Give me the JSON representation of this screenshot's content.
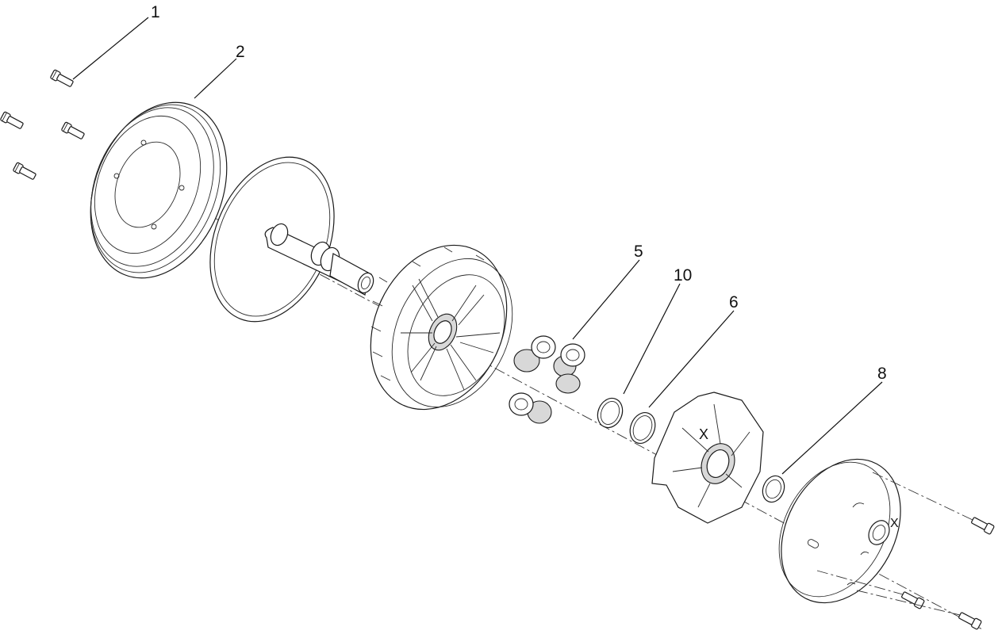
{
  "diagram": {
    "callouts": [
      {
        "id": "c1",
        "label": "1"
      },
      {
        "id": "c2",
        "label": "2"
      },
      {
        "id": "c5",
        "label": "5"
      },
      {
        "id": "c10",
        "label": "10"
      },
      {
        "id": "c6",
        "label": "6"
      },
      {
        "id": "c8",
        "label": "8"
      }
    ],
    "part_markings": [
      "X",
      "X"
    ]
  }
}
